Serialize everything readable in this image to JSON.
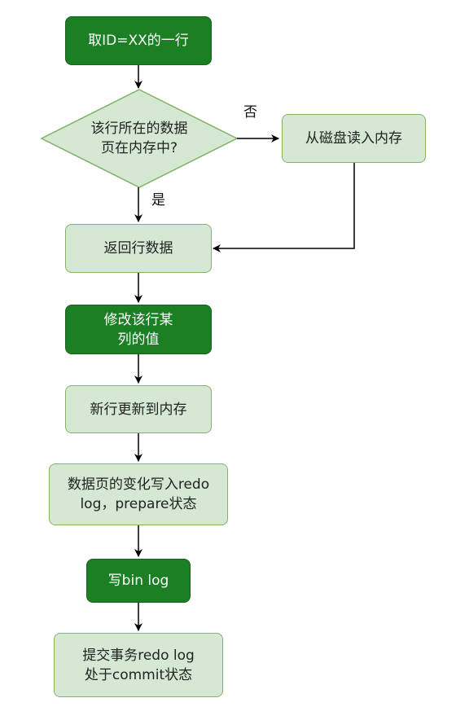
{
  "nodes": {
    "start": [
      "取ID=XX的一行"
    ],
    "decision": [
      "该行所在的数据",
      "页在内存中?"
    ],
    "read_disk": [
      "从磁盘读入内存"
    ],
    "return_row": [
      "返回行数据"
    ],
    "modify": [
      "修改该行某",
      "列的值"
    ],
    "update_mem": [
      "新行更新到内存"
    ],
    "redo_prepare": [
      "数据页的变化写入redo",
      "log，prepare状态"
    ],
    "binlog": [
      "写bin log"
    ],
    "commit": [
      "提交事务redo log",
      "处于commit状态"
    ]
  },
  "edge_labels": {
    "no": "否",
    "yes": "是"
  },
  "colors": {
    "light_fill": "#d5e8d4",
    "light_stroke": "#82b366",
    "dark_fill": "#1b7f24",
    "dark_stroke": "#1e5d22",
    "arrow": "#000000"
  }
}
